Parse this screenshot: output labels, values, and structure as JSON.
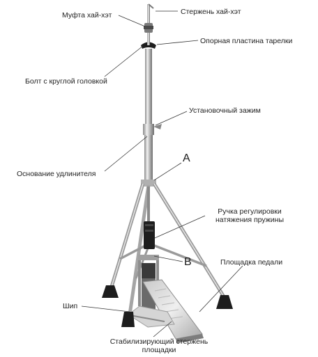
{
  "labels": {
    "rod": "Стержень хай-хэт",
    "clutch": "Муфта хай-хэт",
    "cup": "Опорная пластина тарелки",
    "bolt": "Болт с круглой головкой",
    "clamp": "Установочный зажим",
    "base_extension": "Основание удлинителя",
    "marker_a": "A",
    "spring_knob_line1": "Ручка регулировки",
    "spring_knob_line2": "натяжения пружины",
    "marker_b": "B",
    "pedal_board": "Площадка педали",
    "spike": "Шип",
    "stabilizer_line1": "Стабилизирующий стержень",
    "stabilizer_line2": "площадки"
  }
}
